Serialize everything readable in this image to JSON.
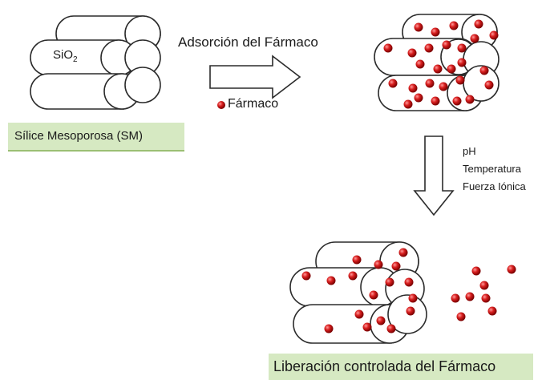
{
  "silica_label": {
    "main": "SiO",
    "subscript": "2"
  },
  "silica_caption": "Sílice  Mesoporosa (SM)",
  "adsorption_label": "Adsorción del Fármaco",
  "drug_legend": "Fármaco",
  "conditions": [
    "pH",
    "Temperatura",
    "Fuerza Iónica"
  ],
  "release_caption": "Liberación controlada del Fármaco",
  "colors": {
    "stroke": "#2b2b2b",
    "drug_particle": "#c81e1e",
    "caption_box": "#d6e9c2",
    "arrow_fill": "#ffffff"
  }
}
